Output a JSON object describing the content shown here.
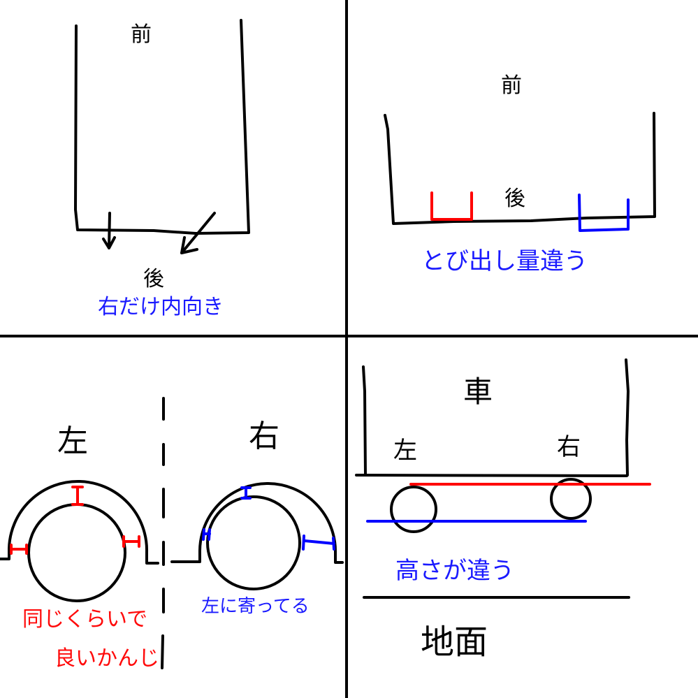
{
  "colors": {
    "ink": "#000000",
    "red": "#ff0000",
    "blue": "#0000ff"
  },
  "panels": {
    "top_left": {
      "front_label": "前",
      "rear_label": "後",
      "note": "右だけ内向き"
    },
    "top_right": {
      "front_label": "前",
      "rear_label": "後",
      "note": "とび出し量違う"
    },
    "bottom_left": {
      "left_label": "左",
      "right_label": "右",
      "left_note_line1": "同じくらいで",
      "left_note_line2": "良いかんじ",
      "right_note": "左に寄ってる"
    },
    "bottom_right": {
      "car_label": "車",
      "left_label": "左",
      "right_label": "右",
      "note": "高さが違う",
      "ground_label": "地面"
    }
  }
}
